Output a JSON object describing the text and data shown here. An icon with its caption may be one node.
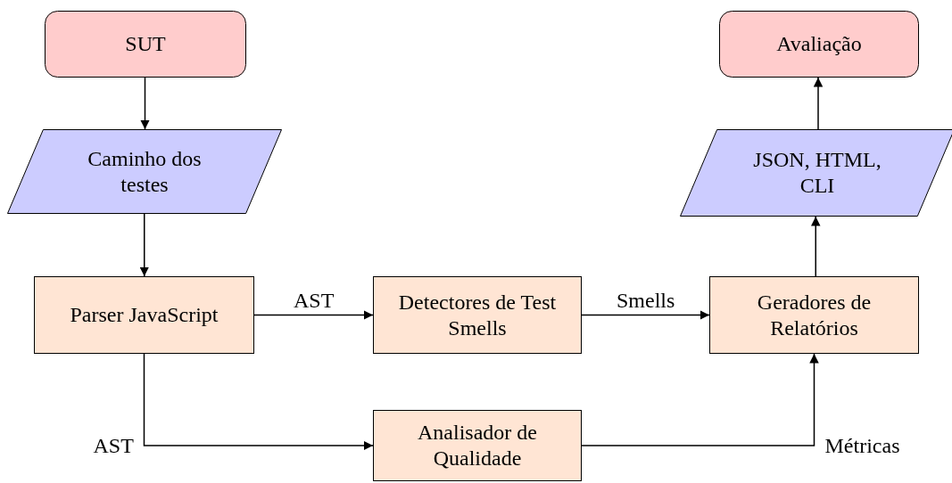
{
  "diagram": {
    "nodes": [
      {
        "text": [
          "SUT"
        ]
      },
      {
        "text": [
          "Caminho dos testes"
        ]
      },
      {
        "text": [
          "Parser JavaScript"
        ]
      },
      {
        "text": [
          "Detectores de Test Smells"
        ]
      },
      {
        "text": [
          "Geradores de Relatórios"
        ]
      },
      {
        "text": [
          "JSON, HTML, CLI"
        ]
      },
      {
        "text": [
          "Avaliação"
        ]
      },
      {
        "text": [
          "Analisador de Qualidade"
        ]
      }
    ],
    "edges": [
      {
        "from": 0,
        "to": 1,
        "arrow": "to"
      },
      {
        "from": 1,
        "to": 2,
        "arrow": "to"
      },
      {
        "from": 2,
        "to": 3,
        "arrow": "to",
        "label": "AST"
      },
      {
        "from": 3,
        "to": 4,
        "arrow": "to",
        "label": "Smells"
      },
      {
        "from": 2,
        "to": 7,
        "arrow": "to",
        "label": "AST"
      },
      {
        "from": 7,
        "to": 4,
        "arrow": "to",
        "label": "Métricas"
      },
      {
        "from": 4,
        "to": 5,
        "arrow": "to"
      },
      {
        "from": 5,
        "to": 6,
        "arrow": "to"
      }
    ]
  }
}
